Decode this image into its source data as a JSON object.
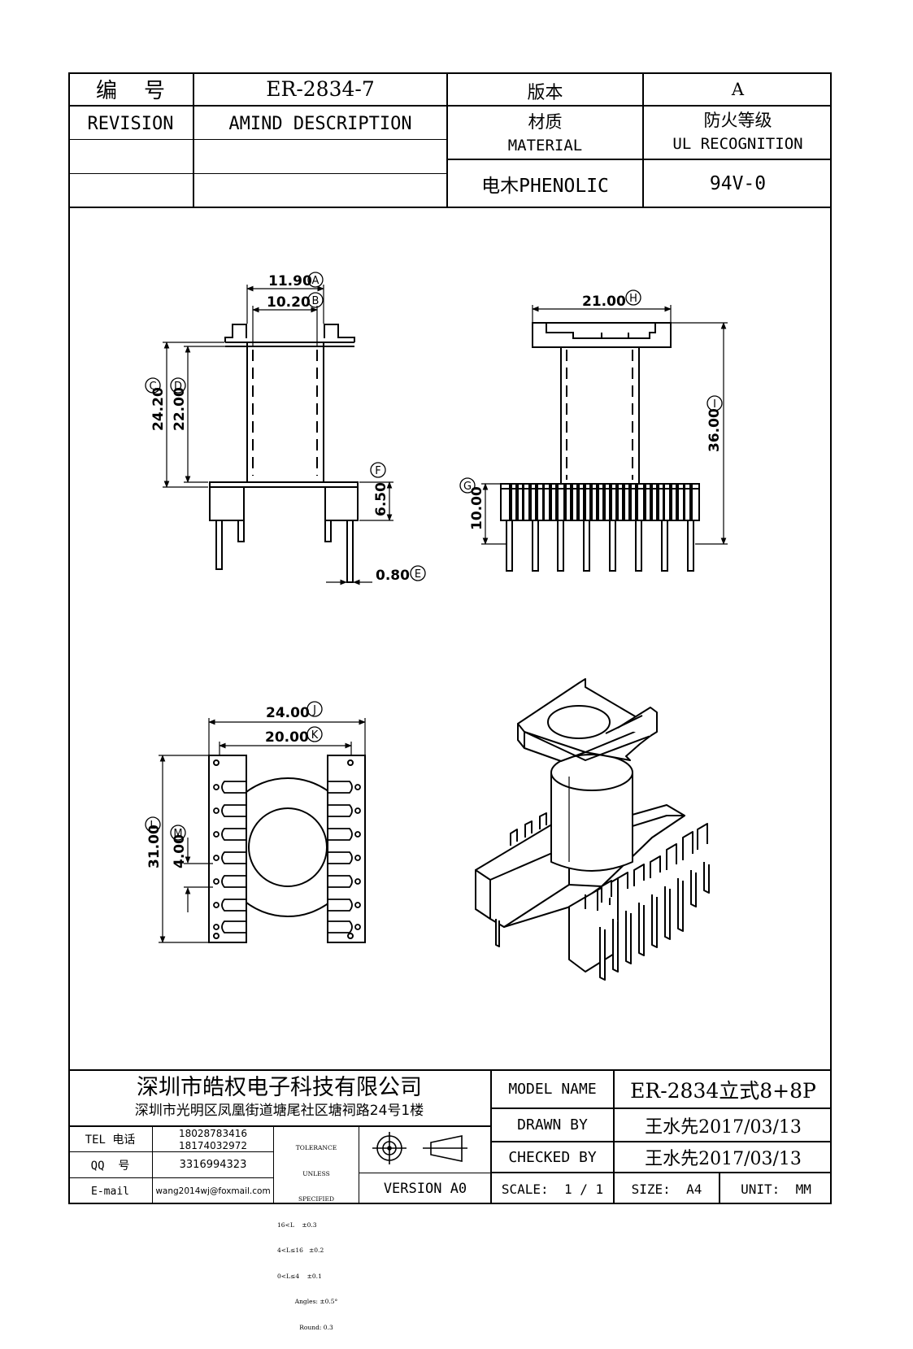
{
  "header": {
    "number_label": "编    号",
    "number_value": "ER-2834-7",
    "version_label": "版本",
    "version_value": "A",
    "revision_label": "REVISION",
    "amind_label": "AMIND DESCRIPTION",
    "material_cn": "材质",
    "material_en": "MATERIAL",
    "fire_cn": "防火等级",
    "fire_en": "UL RECOGNITION",
    "material_value": "电木PHENOLIC",
    "fire_value": "94V-0"
  },
  "dimensions": {
    "A": {
      "value": "11.90",
      "tag": "A"
    },
    "B": {
      "value": "10.20",
      "tag": "B"
    },
    "C": {
      "value": "24.20",
      "tag": "C"
    },
    "D": {
      "value": "22.00",
      "tag": "D"
    },
    "E": {
      "value": "0.80",
      "tag": "E"
    },
    "F": {
      "value": "6.50",
      "tag": "F"
    },
    "G": {
      "value": "10.00",
      "tag": "G"
    },
    "H": {
      "value": "21.00",
      "tag": "H"
    },
    "I": {
      "value": "36.00",
      "tag": "I"
    },
    "J": {
      "value": "24.00",
      "tag": "J"
    },
    "K": {
      "value": "20.00",
      "tag": "K"
    },
    "L": {
      "value": "31.00",
      "tag": "L"
    },
    "M": {
      "value": "4.00",
      "tag": "M"
    }
  },
  "footer": {
    "company": "深圳市皓权电子科技有限公司",
    "address": "深圳市光明区凤凰街道塘尾社区塘祠路24号1楼",
    "tel_label": "TEL 电话",
    "tel_1": "18028783416",
    "tel_2": "18174032972",
    "qq_label": "QQ  号",
    "qq_value": "3316994323",
    "email_label": "E-mail",
    "email_value": "wang2014wj@foxmail.com",
    "tolerance": [
      "TOLERANCE",
      "UNLESS",
      "SPECIFIED",
      "16<L    ±0.3",
      "4<L≤16   ±0.2",
      "0<L≤4    ±0.1",
      "Angles: ±0.5°",
      "Round: 0.3"
    ],
    "version_label": "VERSION A0",
    "model_name_label": "MODEL NAME",
    "model_name_value": "ER-2834立式8+8P",
    "drawn_by_label": "DRAWN BY",
    "drawn_by_value": "王水先2017/03/13",
    "checked_by_label": "CHECKED BY",
    "checked_by_value": "王水先2017/03/13",
    "scale_label": "SCALE:  1 / 1",
    "size_label": "SIZE:  A4",
    "unit_label": "UNIT:  MM"
  }
}
